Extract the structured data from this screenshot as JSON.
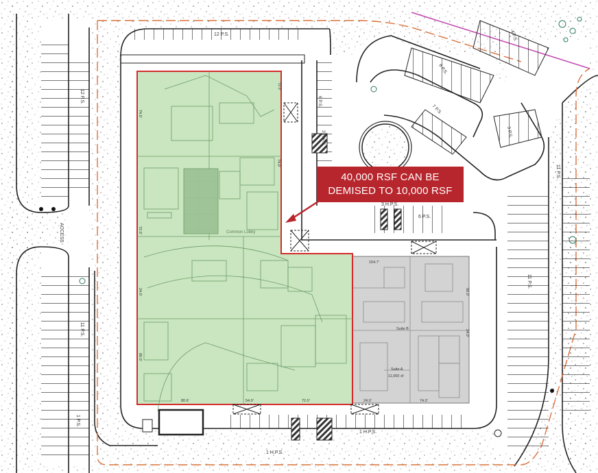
{
  "callout": {
    "line1": "40,000 RSF CAN BE",
    "line2": "DEMISED TO 10,000 RSF"
  },
  "colors": {
    "highlight_fill": "#c9e6c0",
    "highlight_border": "#d42a2a",
    "callout_bg": "#b8262d",
    "other_suite_fill": "#d3d3d3",
    "lot_line": "#d9703a",
    "property_line": "#c24bb0"
  },
  "plan_labels": {
    "top_parking": "12 P.S.",
    "left_parking": "12 P.S.",
    "access": "ACCESS",
    "hps_3": "3 H.P.S.",
    "hps_3_side": "3 H.P.S.",
    "ps_6": "6 P.S.",
    "ps_6_right": "6 P.S.",
    "ps_8": "8 P.S.",
    "ps_7": "7 P.S.",
    "ps_11_left": "11 P.S.",
    "ps_11_right": "11 P.S.",
    "ps_9": "9 P.S.",
    "ps_1_bottom": "1 P.S.",
    "hps_1_bottom": "1 H.P.S.",
    "hps_1": "1 H.P.S.",
    "ps_11_bottom": "11 P.S.",
    "ps_4": "4 P.S.",
    "common_lobby": "Common Lobby",
    "dim_154": "154.7'",
    "dim_74_top": "74.0'",
    "dim_80": "80.0'",
    "dim_72": "72.0'",
    "dim_24": "24.0'",
    "dim_74": "74.0'",
    "dim_80_left": "80.6'",
    "dim_72_left": "72.0'",
    "dim_90": "90.0'",
    "dim_24_b": "24.0'",
    "dim_54": "54.0'",
    "dim_72_bottom": "72.0'",
    "dim_24_bottom": "24.0'",
    "dim_74_bottom": "74.0'",
    "suite_a": "Suite A",
    "suite_a_area": "11,000 sf",
    "suite_b": "Suite B"
  }
}
